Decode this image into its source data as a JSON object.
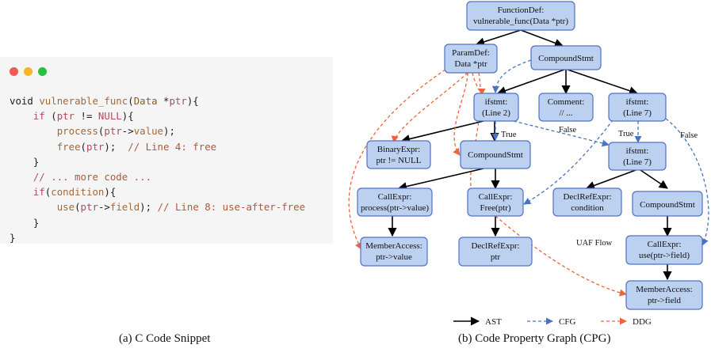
{
  "code_panel": {
    "window_dots": {
      "red": "#ee5b55",
      "yellow": "#f5b42a",
      "green": "#27c03f"
    },
    "lines": [
      [
        {
          "t": "void ",
          "c": ""
        },
        {
          "t": "vulnerable_func",
          "c": "fn"
        },
        {
          "t": "(",
          "c": ""
        },
        {
          "t": "Data",
          "c": "ty"
        },
        {
          "t": " *",
          "c": ""
        },
        {
          "t": "ptr",
          "c": "kw"
        },
        {
          "t": "){",
          "c": ""
        }
      ],
      [
        {
          "t": "    ",
          "c": ""
        },
        {
          "t": "if",
          "c": "kw"
        },
        {
          "t": " (",
          "c": ""
        },
        {
          "t": "ptr",
          "c": "kw"
        },
        {
          "t": " != ",
          "c": ""
        },
        {
          "t": "NULL",
          "c": "kw"
        },
        {
          "t": "){",
          "c": ""
        }
      ],
      [
        {
          "t": "        ",
          "c": ""
        },
        {
          "t": "process",
          "c": "fn"
        },
        {
          "t": "(",
          "c": ""
        },
        {
          "t": "ptr",
          "c": "kw"
        },
        {
          "t": "->",
          "c": ""
        },
        {
          "t": "value",
          "c": "fn"
        },
        {
          "t": ");",
          "c": ""
        }
      ],
      [
        {
          "t": "        ",
          "c": ""
        },
        {
          "t": "free",
          "c": "fn"
        },
        {
          "t": "(",
          "c": ""
        },
        {
          "t": "ptr",
          "c": "kw"
        },
        {
          "t": ");  ",
          "c": ""
        },
        {
          "t": "// Line 4: free",
          "c": "cm"
        }
      ],
      [
        {
          "t": "    }",
          "c": ""
        }
      ],
      [
        {
          "t": "    ",
          "c": ""
        },
        {
          "t": "// ... more code ...",
          "c": "cm"
        }
      ],
      [
        {
          "t": "    ",
          "c": ""
        },
        {
          "t": "if",
          "c": "kw"
        },
        {
          "t": "(",
          "c": ""
        },
        {
          "t": "condition",
          "c": "fn"
        },
        {
          "t": "){",
          "c": ""
        }
      ],
      [
        {
          "t": "        ",
          "c": ""
        },
        {
          "t": "use",
          "c": "fn"
        },
        {
          "t": "(",
          "c": ""
        },
        {
          "t": "ptr",
          "c": "kw"
        },
        {
          "t": "->",
          "c": ""
        },
        {
          "t": "field",
          "c": "fn"
        },
        {
          "t": "); ",
          "c": ""
        },
        {
          "t": "// Line 8: use-after-free",
          "c": "cm"
        }
      ],
      [
        {
          "t": "    }",
          "c": ""
        }
      ],
      [
        {
          "t": "}",
          "c": ""
        }
      ]
    ]
  },
  "captions": {
    "code": "(a) C Code Snippet",
    "graph": "(b) Code Property Graph (CPG)"
  },
  "graph": {
    "colors": {
      "ast": "#000000",
      "cfg": "#4a72c4",
      "ddg": "#f0623c"
    },
    "nodes": {
      "functiondef": [
        "FunctionDef:",
        "vulnerable_func(Data *ptr)"
      ],
      "paramdef": [
        "ParamDef:",
        "Data *ptr"
      ],
      "compound_top": [
        "CompoundStmt"
      ],
      "if1": [
        "ifstmt:",
        "(Line 2)"
      ],
      "comment": [
        "Comment:",
        "// ..."
      ],
      "if2": [
        "ifstmt:",
        "(Line 7)"
      ],
      "binaryexpr": [
        "BinaryExpr:",
        "ptr != NULL"
      ],
      "compound_mid": [
        "CompoundStmt"
      ],
      "if3": [
        "ifstmt:",
        "(Line 7)"
      ],
      "call_process": [
        "CallExpr:",
        "process(ptr->value)"
      ],
      "call_free": [
        "CallExpr:",
        "Free(ptr)"
      ],
      "declref_cond": [
        "DeclRefExpr:",
        "condition"
      ],
      "compound_right": [
        "CompoundStmt"
      ],
      "member_value": [
        "MemberAccess:",
        "ptr->value"
      ],
      "declref_ptr": [
        "DeclRefExpr:",
        "ptr"
      ],
      "call_use": [
        "CallExpr:",
        "use(ptr->field)"
      ],
      "member_field": [
        "MemberAccess:",
        "ptr->field"
      ]
    },
    "edge_labels": {
      "true1": "True",
      "false1": "False",
      "true2": "True",
      "false2": "False",
      "uaf": "UAF Flow"
    },
    "legend": {
      "ast": "AST",
      "cfg": "CFG",
      "ddg": "DDG"
    }
  }
}
